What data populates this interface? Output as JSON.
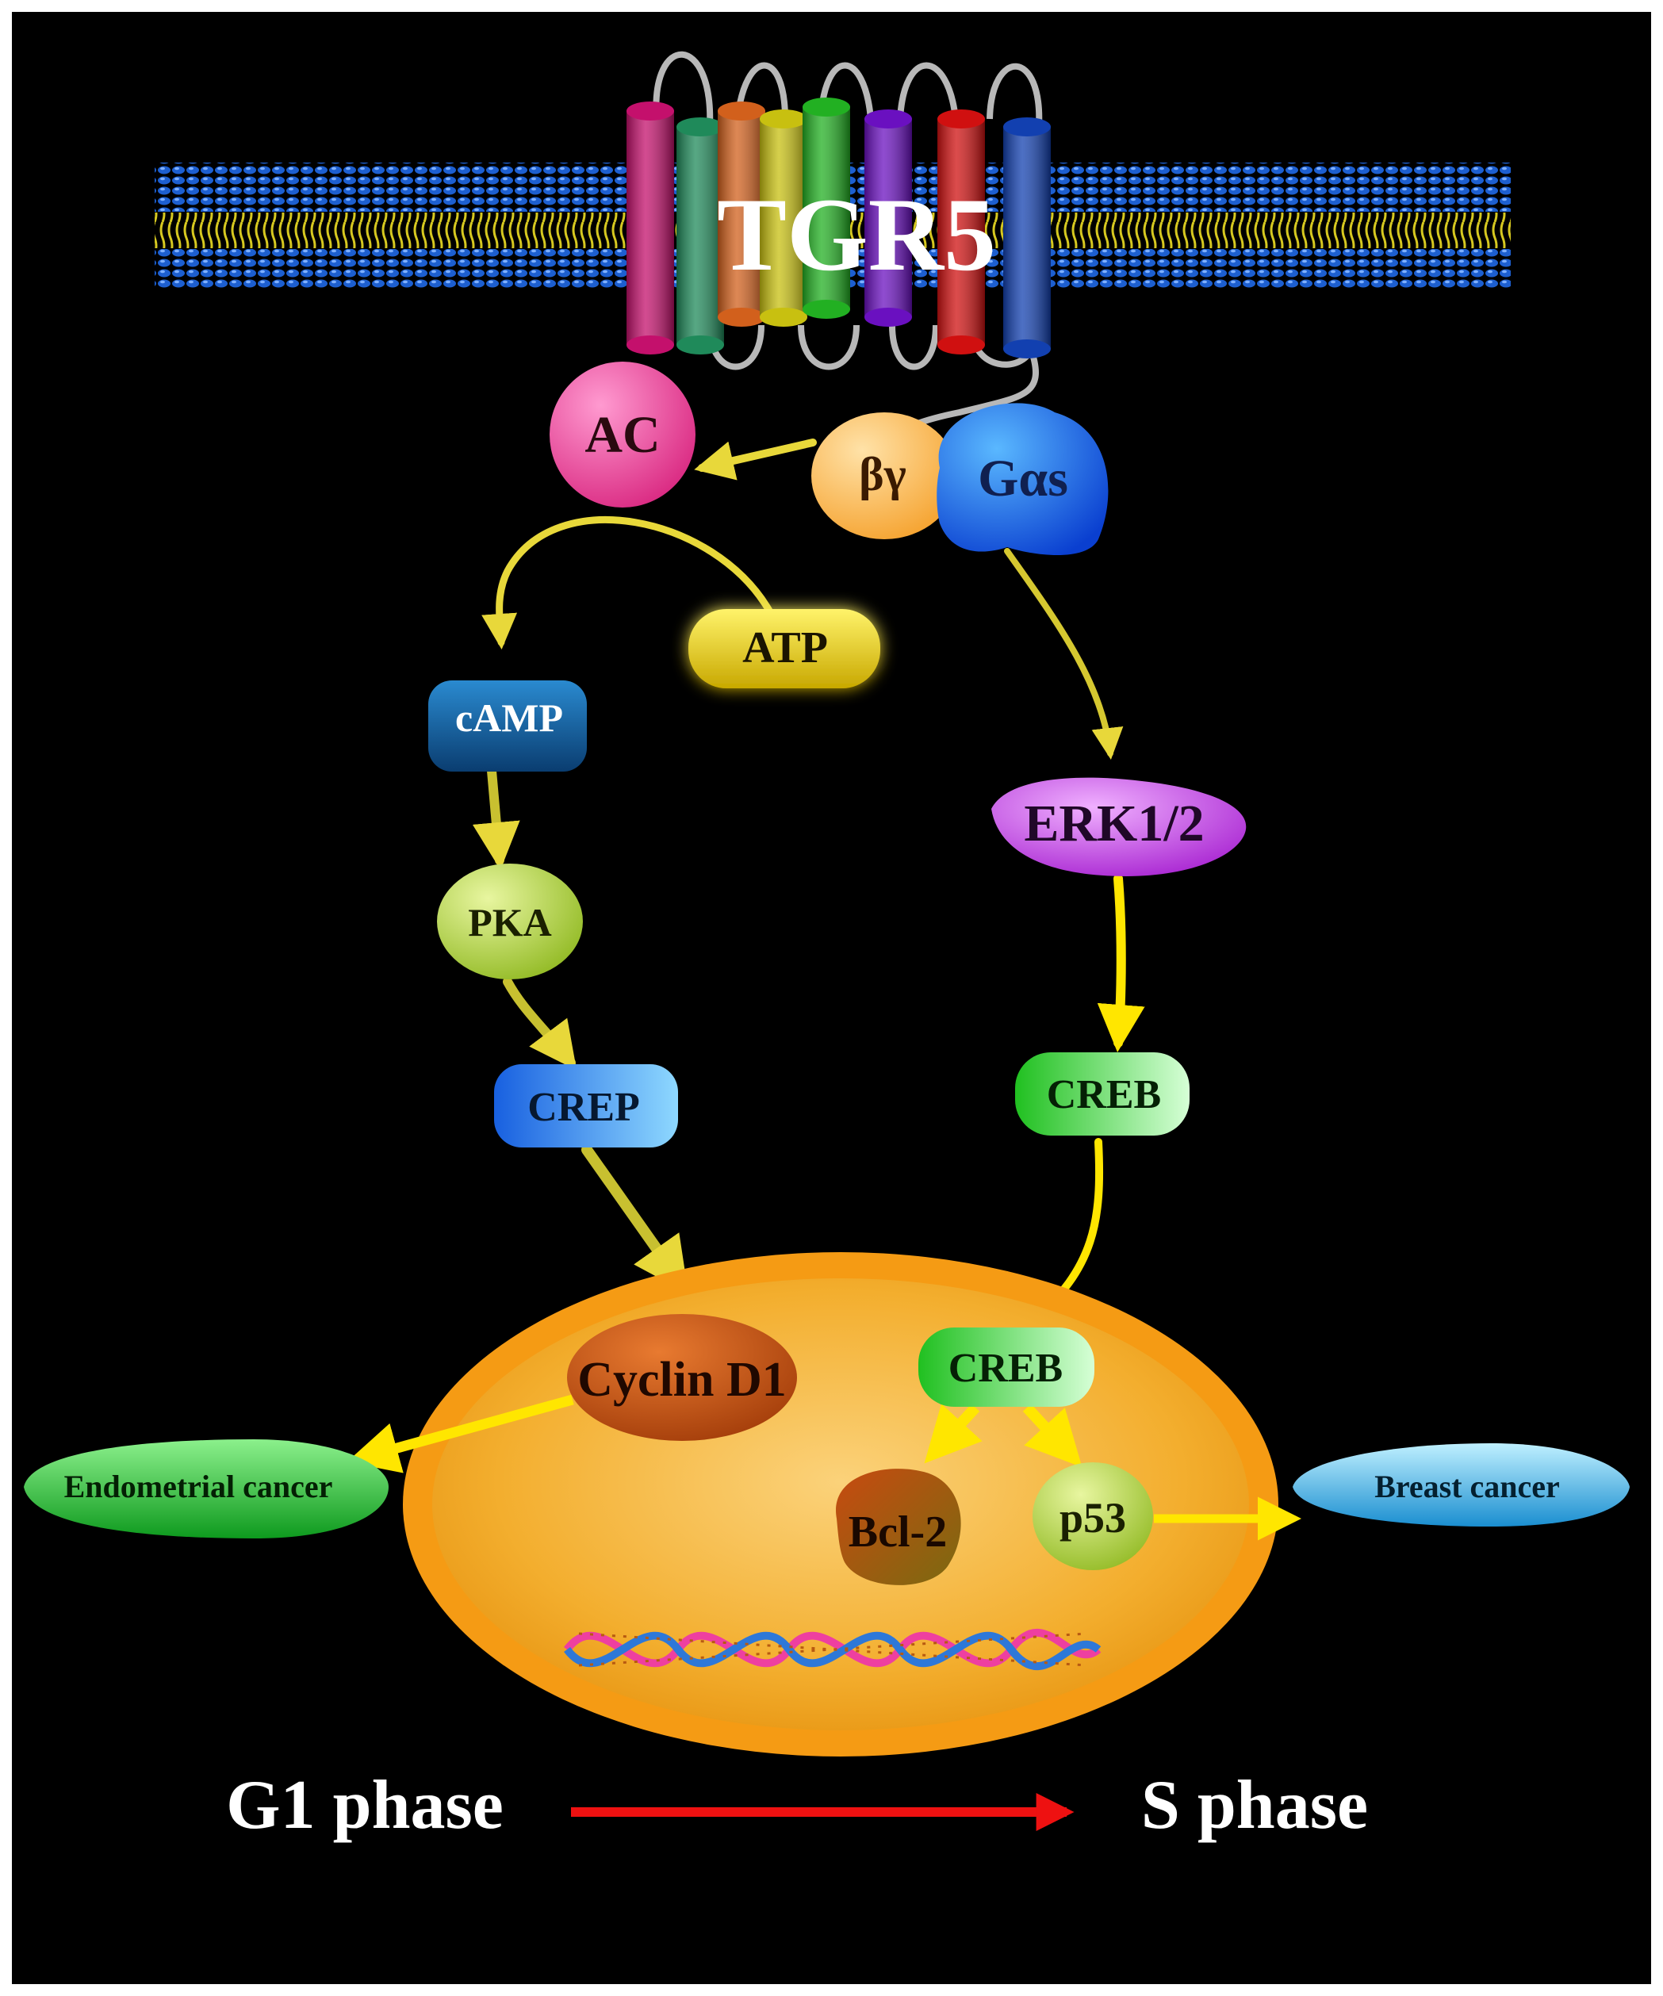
{
  "colors": {
    "background": "#000000",
    "arrow": "#e8d83a",
    "arrow_bright": "#ffe600",
    "phase_arrow": "#ee1111",
    "nucleus": "#f0a020",
    "membrane_head": "#1d5fd0",
    "membrane_tail": "#d6c820"
  },
  "receptor": {
    "label": "TGR5",
    "helix_colors": [
      "#c4106c",
      "#1f8a5a",
      "#d2601c",
      "#c8c010",
      "#22b022",
      "#6a10c0",
      "#d01010",
      "#1240b0"
    ]
  },
  "nodes": {
    "ac": "AC",
    "beta_gamma": "βγ",
    "g_alpha_s": "Gαs",
    "atp": "ATP",
    "camp": "cAMP",
    "pka": "PKA",
    "crep": "CREP",
    "erk": "ERK1/2",
    "creb_cytoplasm": "CREB",
    "creb_nucleus": "CREB",
    "cyclin_d1": "Cyclin D1",
    "bcl2": "Bcl-2",
    "p53": "p53"
  },
  "outcomes": {
    "endometrial_cancer": "Endometrial cancer",
    "breast_cancer": "Breast cancer"
  },
  "phases": {
    "g1": "G1 phase",
    "s": "S phase"
  }
}
